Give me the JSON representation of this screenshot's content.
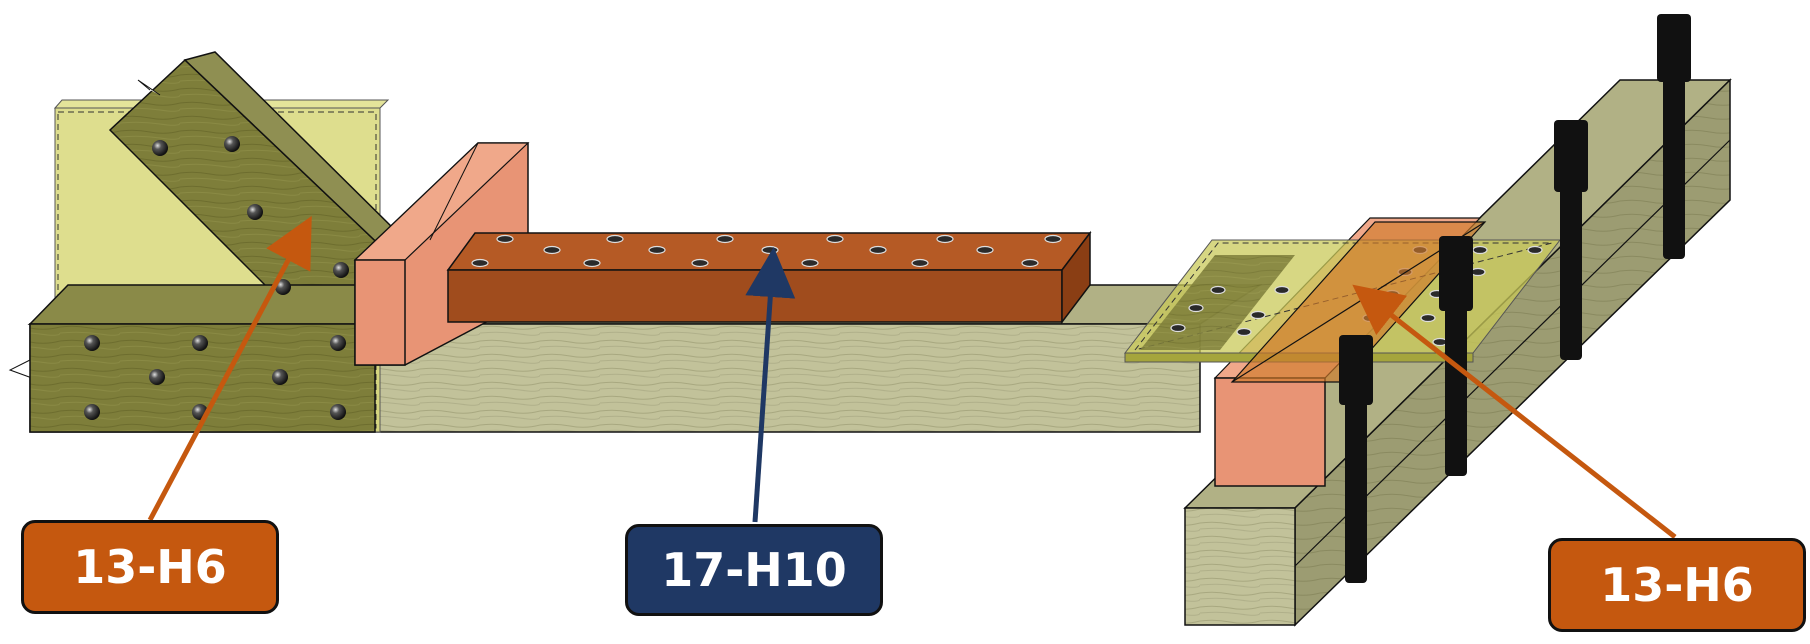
{
  "labels": [
    {
      "text": "13-H6",
      "color": "#c5580f"
    },
    {
      "text": "17-H10",
      "color": "#1f3864"
    },
    {
      "text": "13-H6",
      "color": "#c5580f"
    }
  ],
  "colors": {
    "wood": "#c2c29a",
    "wood_dark": "#9c9c72",
    "wood_mid": "#b1b185",
    "plate_olive": "#7e7e2e",
    "plate_yellow": "#d8d87a",
    "pink": "#e89475",
    "brown": "#a04c1d",
    "bolt": "#111111",
    "arrow_orange": "#c5580f",
    "arrow_navy": "#1f3864"
  }
}
